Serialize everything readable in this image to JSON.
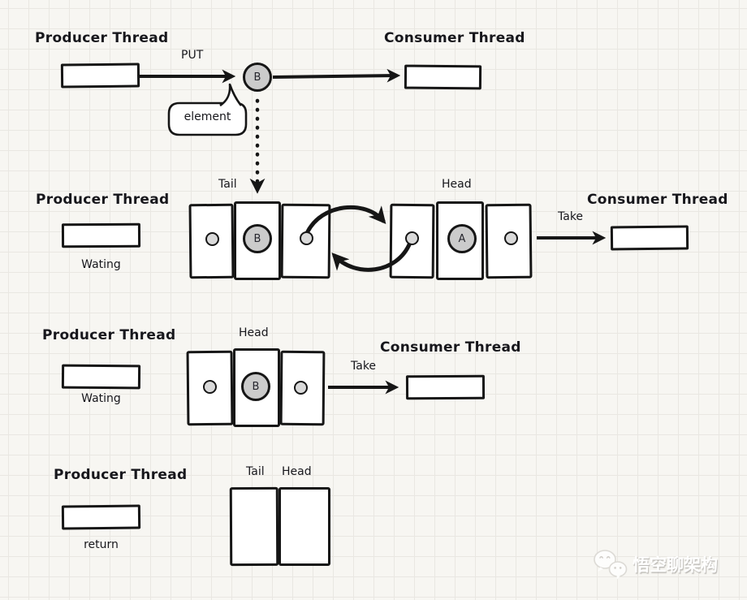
{
  "colors": {
    "background": "#f7f6f2",
    "grid": "#e9e7e2",
    "stroke": "#161616",
    "node_fill": "#cbcbcb",
    "dot_fill": "#dadada",
    "shape_fill": "#ffffff"
  },
  "step1": {
    "producer_title": "Producer Thread",
    "consumer_title": "Consumer Thread",
    "put_label": "PUT",
    "element_bubble": "element",
    "node_b": "B"
  },
  "step2": {
    "producer_title": "Producer Thread",
    "producer_status": "Wating",
    "tail_label": "Tail",
    "head_label": "Head",
    "take_label": "Take",
    "consumer_title": "Consumer Thread",
    "node_b": "B",
    "node_a": "A"
  },
  "step3": {
    "producer_title": "Producer Thread",
    "producer_status": "Wating",
    "head_label": "Head",
    "take_label": "Take",
    "consumer_title": "Consumer Thread",
    "node_b": "B"
  },
  "step4": {
    "producer_title": "Producer Thread",
    "producer_status": "return",
    "tail_label": "Tail",
    "head_label": "Head"
  },
  "watermark": {
    "text": "悟空聊架构",
    "icon": "wechat-bubbles-icon"
  }
}
